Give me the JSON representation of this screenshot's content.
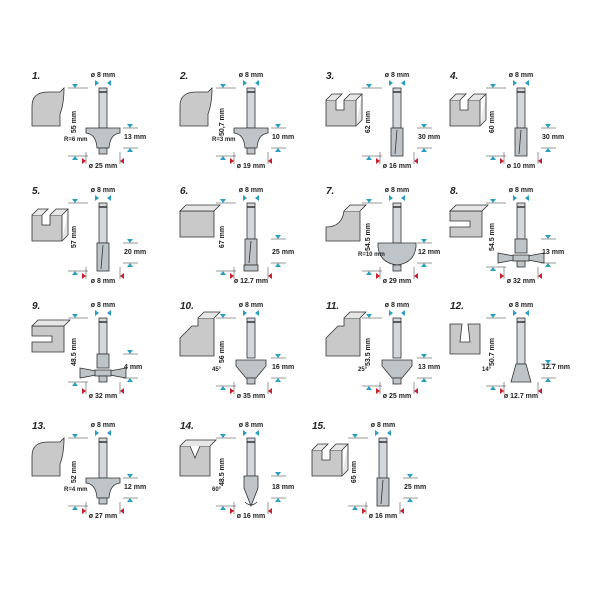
{
  "colors": {
    "dim_blue": "#2a9fc0",
    "dim_red": "#c8202e",
    "metal": "#d4d8dc",
    "workpiece": "#c9c9c9"
  },
  "bits": [
    {
      "number": "1.",
      "profile": "roundover",
      "shank": "ø 8 mm",
      "length": "55 mm",
      "cut_height": "13 mm",
      "diameter": "ø 25 mm",
      "extra": "R=6 mm"
    },
    {
      "number": "2.",
      "profile": "roundover",
      "shank": "ø 8 mm",
      "length": "50,7 mm",
      "cut_height": "10 mm",
      "diameter": "ø 19 mm",
      "extra": "R=3 mm"
    },
    {
      "number": "3.",
      "profile": "straight",
      "shank": "ø 8 mm",
      "length": "62 mm",
      "cut_height": "30 mm",
      "diameter": "ø 16 mm",
      "extra": ""
    },
    {
      "number": "4.",
      "profile": "straight",
      "shank": "ø 8 mm",
      "length": "60 mm",
      "cut_height": "30 mm",
      "diameter": "ø 10 mm",
      "extra": ""
    },
    {
      "number": "5.",
      "profile": "straight",
      "shank": "ø 8 mm",
      "length": "57 mm",
      "cut_height": "20 mm",
      "diameter": "ø 8 mm",
      "extra": ""
    },
    {
      "number": "6.",
      "profile": "flush",
      "shank": "ø 8 mm",
      "length": "67 mm",
      "cut_height": "25 mm",
      "diameter": "ø 12.7 mm",
      "extra": ""
    },
    {
      "number": "7.",
      "profile": "cove",
      "shank": "ø 8 mm",
      "length": "54.5 mm",
      "cut_height": "12 mm",
      "diameter": "ø 29 mm",
      "extra": "R=10 mm"
    },
    {
      "number": "8.",
      "profile": "slot",
      "shank": "ø 8 mm",
      "length": "54.5 mm",
      "cut_height": "13 mm",
      "diameter": "ø 32 mm",
      "extra": ""
    },
    {
      "number": "9.",
      "profile": "slot",
      "shank": "ø 8 mm",
      "length": "48.5 mm",
      "cut_height": "4 mm",
      "diameter": "ø 32 mm",
      "extra": ""
    },
    {
      "number": "10.",
      "profile": "chamfer",
      "shank": "ø 8 mm",
      "length": "56 mm",
      "cut_height": "16 mm",
      "diameter": "ø 35 mm",
      "extra": "45°"
    },
    {
      "number": "11.",
      "profile": "chamfer",
      "shank": "ø 8 mm",
      "length": "53.5 mm",
      "cut_height": "13 mm",
      "diameter": "ø 25 mm",
      "extra": "25°"
    },
    {
      "number": "12.",
      "profile": "dovetail",
      "shank": "ø 8 mm",
      "length": "50.7 mm",
      "cut_height": "12.7 mm",
      "diameter": "ø 12.7 mm",
      "extra": "14°"
    },
    {
      "number": "13.",
      "profile": "roundover",
      "shank": "ø 8 mm",
      "length": "52 mm",
      "cut_height": "12 mm",
      "diameter": "ø 27 mm",
      "extra": "R=4 mm"
    },
    {
      "number": "14.",
      "profile": "vgroove",
      "shank": "ø 8 mm",
      "length": "48.5 mm",
      "cut_height": "18 mm",
      "diameter": "ø 16 mm",
      "extra": "60°"
    },
    {
      "number": "15.",
      "profile": "straight",
      "shank": "ø 8 mm",
      "length": "65 mm",
      "cut_height": "25 mm",
      "diameter": "ø 16 mm",
      "extra": ""
    }
  ]
}
